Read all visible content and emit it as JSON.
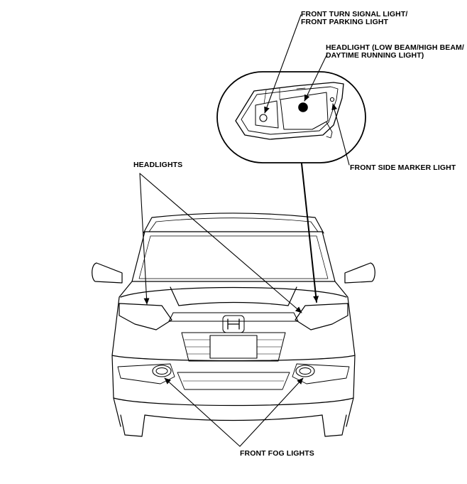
{
  "labels": {
    "turn_signal_line1": "FRONT TURN SIGNAL LIGHT/",
    "turn_signal_line2": "FRONT PARKING LIGHT",
    "headlight_line1": "HEADLIGHT (LOW BEAM/HIGH BEAM/",
    "headlight_line2": "DAYTIME RUNNING LIGHT)",
    "side_marker": "FRONT SIDE MARKER LIGHT",
    "headlights": "HEADLIGHTS",
    "fog_lights": "FRONT FOG LIGHTS"
  }
}
